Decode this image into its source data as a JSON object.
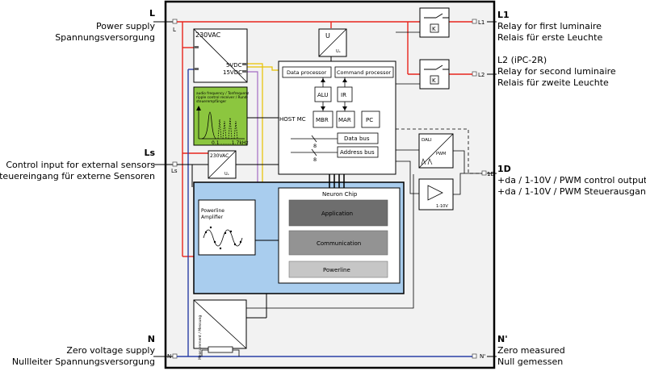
{
  "left_labels": {
    "l": {
      "code": "L",
      "line1": "Power supply",
      "line2": "Spannungsversorgung"
    },
    "ls": {
      "code": "Ls",
      "line1": "Control input for external sensors",
      "line2": "Steuereingang für externe Sensoren"
    },
    "n": {
      "code": "N",
      "line1": "Zero voltage supply",
      "line2": "Nullleiter Spannungsversorgung"
    }
  },
  "right_labels": {
    "l1": {
      "code": "L1",
      "line1": "Relay for first luminaire",
      "line2": "Relais für erste Leuchte"
    },
    "l2": {
      "code": "L2 (iPC-2R)",
      "line1": "Relay for second luminaire",
      "line2": "Relais für zweite Leuchte"
    },
    "d1": {
      "code": "1D",
      "line1": "+da / 1-10V / PWM control output",
      "line2": "+da / 1-10V / PWM Steuerausgang"
    },
    "n2": {
      "code": "N'",
      "line1": "Zero measured",
      "line2": "Null gemessen"
    }
  },
  "terminals": {
    "l": "L",
    "ls": "Ls",
    "n": "N",
    "l1": "L1",
    "l2": "L2",
    "d1": "1D",
    "n2": "N'"
  },
  "power_supply": {
    "input": "230VAC",
    "out1": "5VDC",
    "out2": "15VDC"
  },
  "ripple": {
    "title1": "audio frequency / Tonfrequenz",
    "title2": "ripple control receiver / Rund-",
    "title3": "steuerempfänger",
    "axis": "0.1........1.7kHz"
  },
  "sensor_converter": {
    "label": "230VAC",
    "sub": "Uₑ"
  },
  "u_block": {
    "label": "U",
    "sub": "Uₑ"
  },
  "relay_symbol": "K",
  "host": {
    "label": "HOST MC",
    "data_processor": "Data processor",
    "command_processor": "Command processor",
    "alu": "ALU",
    "ir": "IR",
    "mbr": "MBR",
    "mar": "MAR",
    "pc": "PC",
    "data_bus": "Data bus",
    "address_bus": "Address bus",
    "bus_width": "8"
  },
  "dali": {
    "label": "DALI",
    "pwm": "PWM",
    "amp": "1-10V"
  },
  "neuron": {
    "title": "Neuron Chip",
    "application": "Application",
    "communication": "Communication",
    "powerline": "Powerline"
  },
  "pl_amp": {
    "line1": "Powerline",
    "line2": "Amplifier"
  },
  "measurement": {
    "label": "Measurement / Messung"
  },
  "colors": {
    "l_line": "#e8251c",
    "n_line": "#2b3fa6",
    "ls_line": "#000000",
    "yellow_line": "#e8c200",
    "purple_line": "#a46cc4",
    "frame_bg": "#f2f2f2",
    "neuron_bg": "#a9cdee",
    "ripple_bg": "#8cc63f",
    "app_block": "#6e6e6e",
    "comm_block": "#939393",
    "pl_block": "#c6c6c6"
  }
}
